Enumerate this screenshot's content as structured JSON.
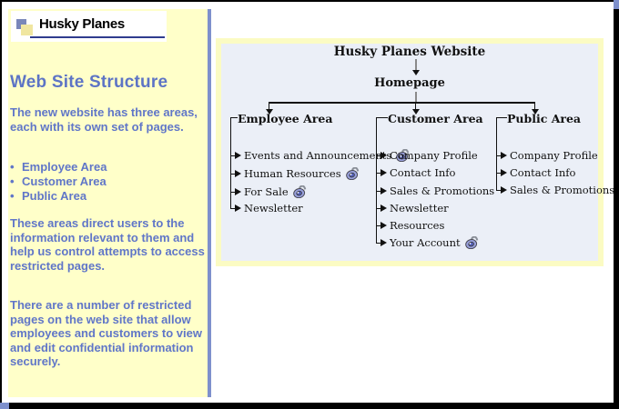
{
  "logo": {
    "text": "Husky Planes"
  },
  "sidebar": {
    "title": "Web Site Structure",
    "para1": "The new website has three areas, each with its own set of pages.",
    "bullets": [
      {
        "label": "Employee Area"
      },
      {
        "label": "Customer Area"
      },
      {
        "label": "Public Area"
      }
    ],
    "bullet_char": "•",
    "para2": "These areas direct users to the information relevant to them and help us control attempts to access restricted pages.",
    "para3": "There are a number of restricted pages on the web site that allow employees and customers to view and edit confidential information securely."
  },
  "diagram": {
    "root": "Husky Planes Website",
    "homepage": "Homepage",
    "areas": [
      {
        "label": "Employee Area",
        "items": [
          {
            "label": "Events and Announcements",
            "icon": "lock-icon"
          },
          {
            "label": "Human Resources",
            "icon": "lock-icon"
          },
          {
            "label": "For Sale",
            "icon": "lock-icon"
          },
          {
            "label": "Newsletter",
            "icon": null
          }
        ]
      },
      {
        "label": "Customer Area",
        "items": [
          {
            "label": "Company Profile",
            "icon": null
          },
          {
            "label": "Contact Info",
            "icon": null
          },
          {
            "label": "Sales & Promotions",
            "icon": null
          },
          {
            "label": "Newsletter",
            "icon": null
          },
          {
            "label": "Resources",
            "icon": null
          },
          {
            "label": "Your Account",
            "icon": "lock-icon"
          }
        ]
      },
      {
        "label": "Public Area",
        "items": [
          {
            "label": "Company Profile",
            "icon": null
          },
          {
            "label": "Contact Info",
            "icon": null
          },
          {
            "label": "Sales & Promotions",
            "icon": null
          }
        ]
      }
    ]
  },
  "colors": {
    "sidebar_bg": "#FFFFC9",
    "panel_bg": "#EBEFF7",
    "panel_border": "#FBFBC3",
    "accent_bar": "#7E90CC",
    "text_blue": "#6076C8",
    "logo_underline": "#2F3C8E",
    "frame": "#000000"
  }
}
